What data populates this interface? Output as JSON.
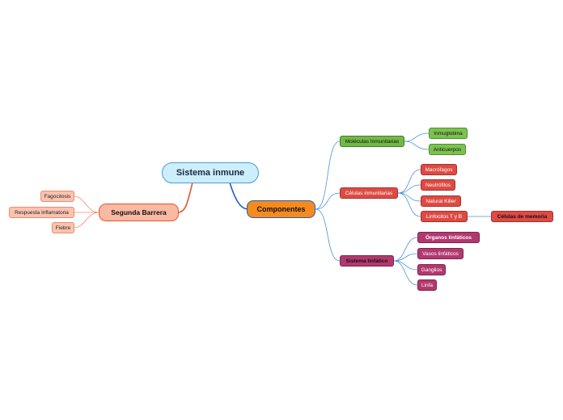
{
  "root": "Sistema inmune",
  "componentes": {
    "label": "Componentes",
    "moleculas": {
      "label": "Moléculas Inmunitarias",
      "children": [
        "Inmuglobina",
        "Anticuerpos"
      ]
    },
    "celulas": {
      "label": "Células inmunitarias",
      "children": [
        "Macrófagos",
        "Neutrófilos",
        "Natural Killer",
        "Linfocitos T y B"
      ],
      "memoria": "Células de memoria"
    },
    "linfatico": {
      "label": "Sistema linfático",
      "children": [
        "Órganos linfáticos",
        "Vasos linfáticos",
        "Ganglios",
        "Linfa"
      ]
    }
  },
  "segunda": {
    "label": "Segunda Barrera",
    "children": [
      "Fagocitosis",
      "Respuesta Inflamatoria",
      "Fiebre"
    ]
  },
  "colors": {
    "root_fill": "#cdeefb",
    "componentes_fill": "#f58a1f",
    "segunda_fill": "#f9b9a3",
    "moleculas_fill": "#72b846",
    "celulas_fill": "#dd4b44",
    "linfatico_fill": "#b2396f",
    "branch_blue": "#4a90d9",
    "branch_orange": "#e8542a"
  }
}
